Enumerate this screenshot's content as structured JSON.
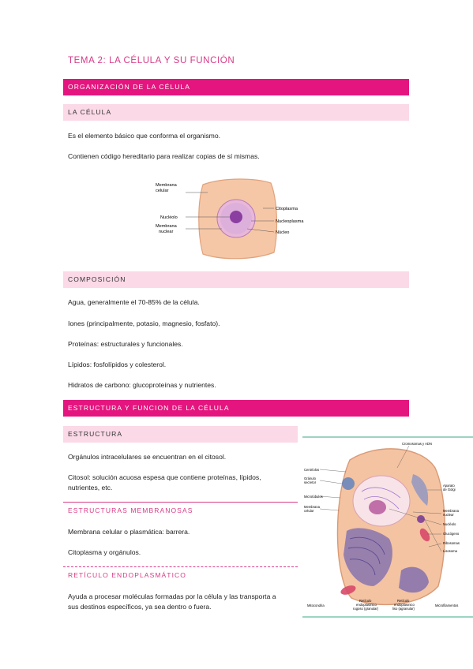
{
  "title": "TEMA 2: LA CÉLULA Y SU FUNCIÓN",
  "sections": {
    "organizacion": "ORGANIZACIÓN DE LA CÉLULA",
    "la_celula": "LA CÉLULA",
    "composicion": "COMPOSICIÓN",
    "estructura_funcion": "ESTRUCTURA Y FUNCION DE LA CÉLULA",
    "estructura": "ESTRUCTURA",
    "membranosas": "ESTRUCTURAS MEMBRANOSAS",
    "reticulo": "RETÍCULO ENDOPLASMÁTICO"
  },
  "paragraphs": {
    "celula_1": "Es el elemento básico que conforma el organismo.",
    "celula_2": "Contienen código hereditario para realizar copias de sí mismas.",
    "comp_1": "Agua, generalmente el 70-85% de la célula.",
    "comp_2": "Iones (principalmente, potasio, magnesio, fosfato).",
    "comp_3": "Proteínas: estructurales y funcionales.",
    "comp_4": "Lípidos: fosfolípidos y colesterol.",
    "comp_5": "Hidratos de carbono: glucoproteínas y nutrientes.",
    "estr_1": "Orgánulos intracelulares se encuentran en el citosol.",
    "estr_2a": "Citosol: solución acuosa espesa que contiene proteínas, lípidos,",
    "estr_2b": "nutrientes, etc.",
    "memb_1": "Membrana celular o plasmática: barrera.",
    "memb_2": "Citoplasma y orgánulos.",
    "ret_1a": "Ayuda a procesar moléculas formadas por la célula y las transporta a",
    "ret_1b": "sus destinos específicos, ya sea dentro o fuera."
  },
  "figure1": {
    "membrana_celular_1": "Membrana",
    "membrana_celular_2": "celular",
    "nucleolo": "Nucléolo",
    "membrana_nuclear_1": "Membrana",
    "membrana_nuclear_2": "nuclear",
    "citoplasma": "Citoplasma",
    "nucleoplasma": "Nucleoplasma",
    "nucleo": "Núcleo"
  },
  "figure2": {
    "cromosomas": "Cromosomas y ADN",
    "centriolos": "Centríolos",
    "granulo_1": "Gránulo",
    "granulo_2": "secretor",
    "microtubulos": "Microtúbulos",
    "membrana_1": "Membrana",
    "membrana_2": "celular",
    "golgi_1": "Aparato",
    "golgi_2": "de Golgi",
    "membrana_nuclear_1": "Membrana",
    "membrana_nuclear_2": "nuclear",
    "nucleolo": "Nucléolo",
    "glucogeno": "Glucógeno",
    "ribosomas": "Ribosomas",
    "lisosoma": "Lisosoma",
    "mitocondria": "Mitocondria",
    "rer_1": "Retículo",
    "rer_2": "endoplásmico",
    "rer_3": "rugoso (granular)",
    "ser_1": "Retículo",
    "ser_2": "endoplásmico",
    "ser_3": "liso (agranular)",
    "microfilamentos": "Microfilamentos"
  },
  "colors": {
    "accent": "#e4157e",
    "accent_light": "#fbd9e7",
    "title_pink": "#d63a86",
    "cell_fill": "#f6c7a6"
  }
}
